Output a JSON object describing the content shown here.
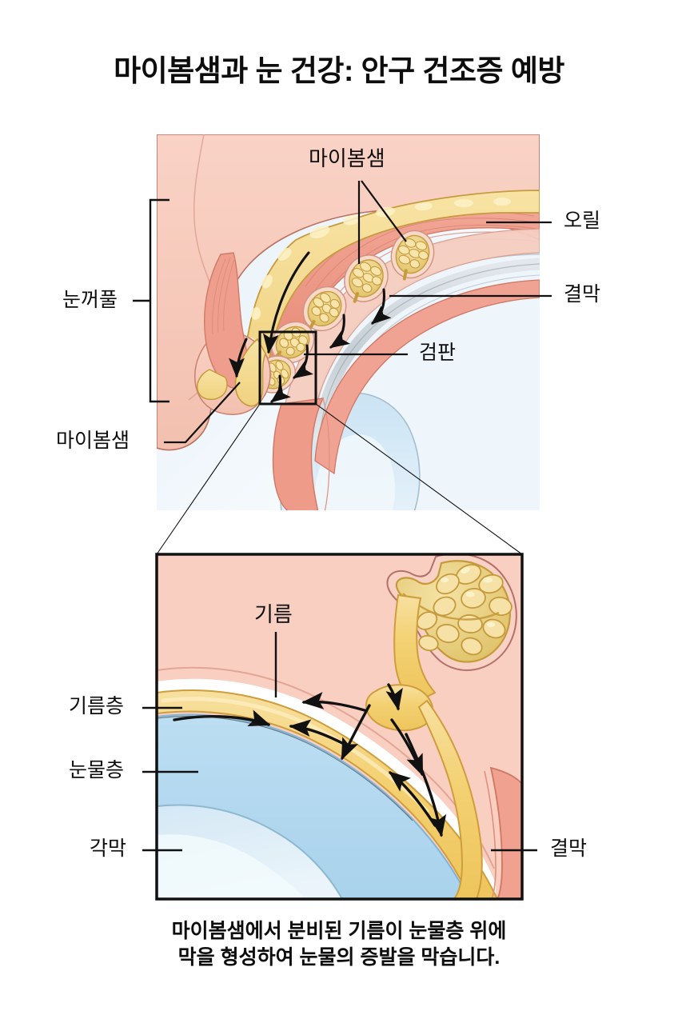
{
  "title": "마이봄샘과 눈 건강: 안구 건조증 예방",
  "caption": {
    "line1": "마이봄샘에서 분비된 기름이 눈물층 위에",
    "line2": "막을 형성하여 눈물의 증발을 막습니다."
  },
  "upper_panel": {
    "name": "eyelid-cross-section",
    "labels": {
      "meibomian_gland_top": "마이봄샘",
      "eyelid_bracket": "눈꺼풀",
      "meibomian_gland_bottom": "마이봄샘",
      "muscle": "오릴",
      "conjunctiva": "결막",
      "tarsal_plate": "검판"
    }
  },
  "lower_panel": {
    "name": "tear-film-detail",
    "labels": {
      "oil": "기름",
      "oil_layer": "기름층",
      "tear_layer": "눈물층",
      "cornea": "각막",
      "conjunctiva": "결막"
    }
  },
  "colors": {
    "skin": "#f7cbbd",
    "skin_dark": "#efb5a4",
    "muscle": "#ef9c8c",
    "muscle_line": "#d97a68",
    "gland_yellow": "#f2d98b",
    "gland_light": "#f7e7b2",
    "gland_outline": "#c69a3c",
    "tarsal_yellow": "#f5dd98",
    "oil_layer": "#f3d175",
    "tear_layer": "#b5daf0",
    "cornea": "#d8eaf6",
    "sclera": "#eef5fb",
    "conjunctiva": "#c9d2d8",
    "outline": "#9c5d51",
    "arrow": "#111111",
    "border": "#111111"
  }
}
